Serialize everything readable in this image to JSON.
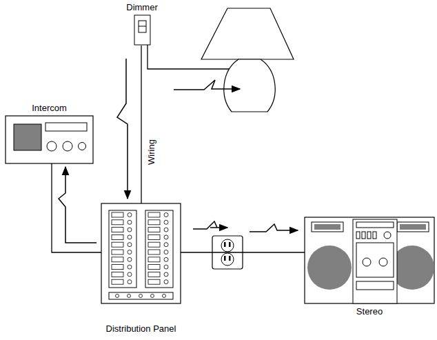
{
  "diagram": {
    "nodes": [
      {
        "text": [
          "Dimmer"
        ]
      },
      {
        "text": [
          "Intercom"
        ]
      },
      {
        "text": [
          "Distribution Panel"
        ]
      },
      {
        "text": [
          "Stereo"
        ]
      }
    ],
    "edges": [
      {
        "from": 0,
        "to": 2,
        "label": "Wiring",
        "arrow": "none"
      },
      {
        "from": 1,
        "to": 2,
        "arrow": "none"
      },
      {
        "from": 2,
        "to": 3,
        "arrow": "none"
      }
    ]
  }
}
